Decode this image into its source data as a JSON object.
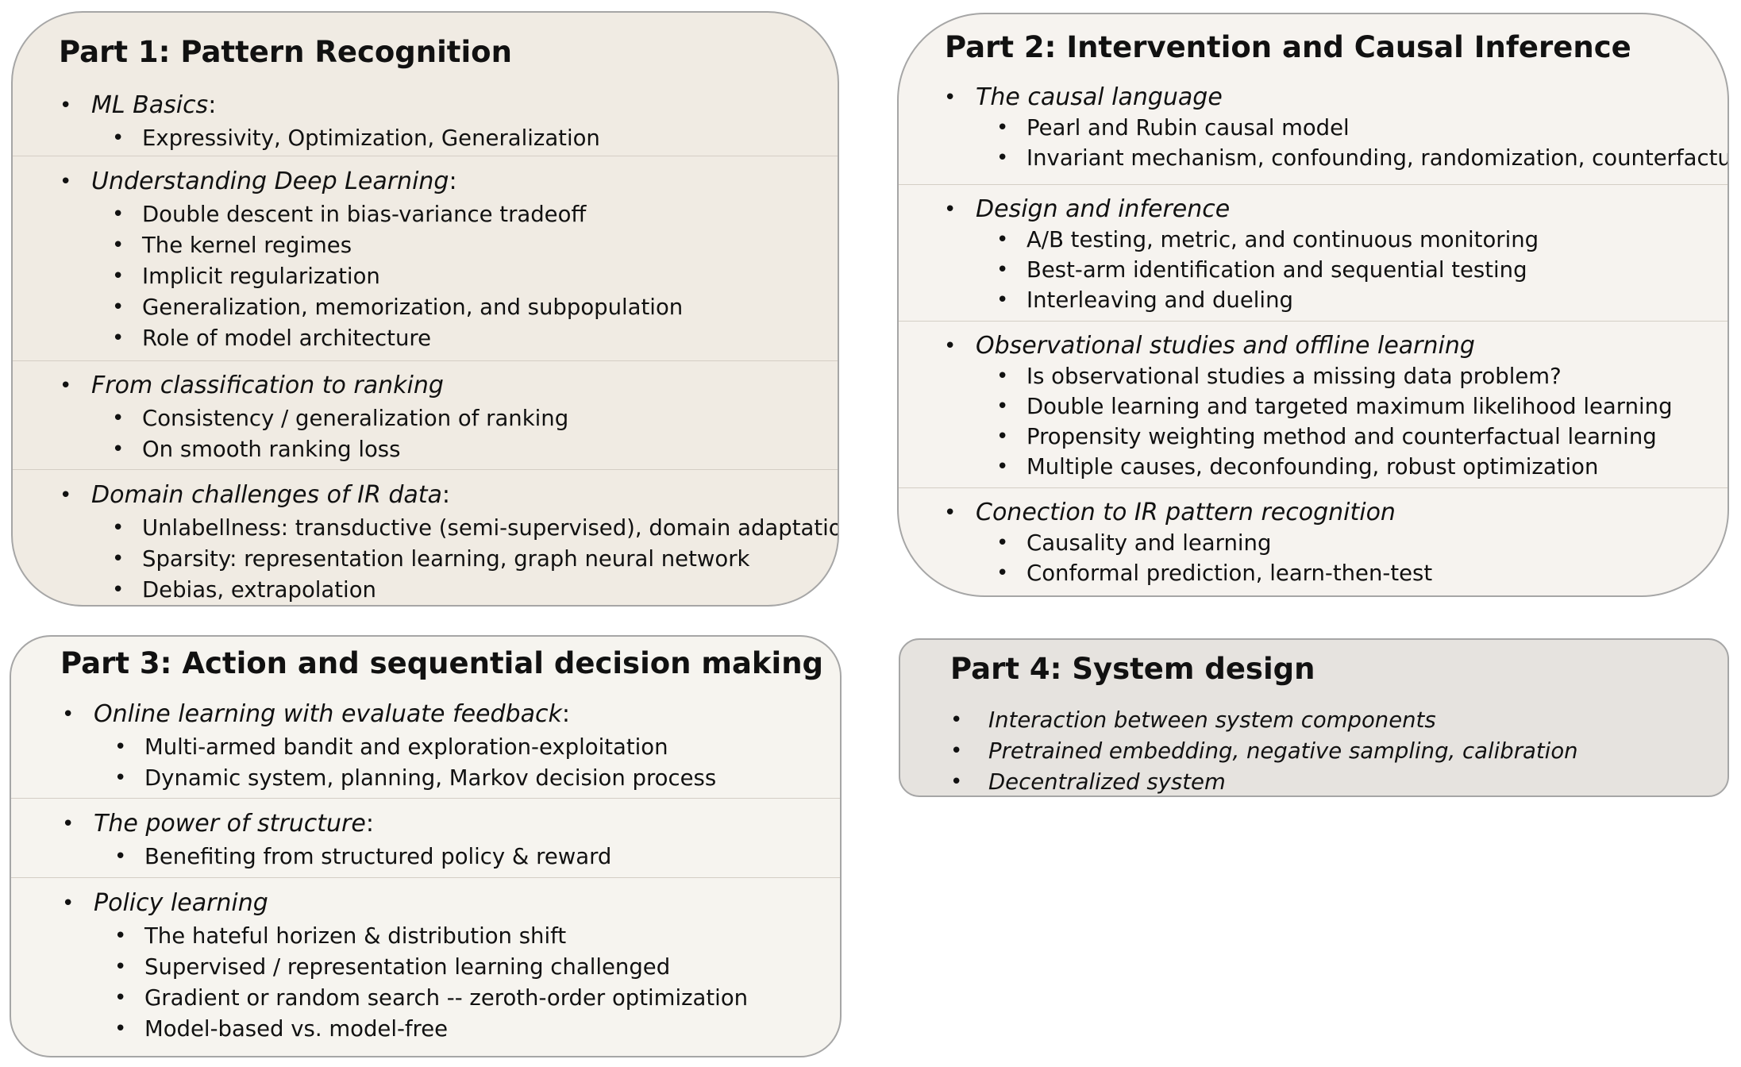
{
  "bullet_glyph": "•",
  "part1": {
    "title": "Part 1: Pattern Recognition",
    "sections": [
      {
        "heading": "ML Basics",
        "suffix": ":",
        "items": [
          "Expressivity, Optimization, Generalization"
        ]
      },
      {
        "heading": "Understanding Deep Learning",
        "suffix": ":",
        "items": [
          "Double descent in bias-variance tradeoff",
          "The kernel regimes",
          "Implicit regularization",
          "Generalization, memorization, and subpopulation",
          "Role of model architecture"
        ]
      },
      {
        "heading": "From classification to ranking",
        "suffix": "",
        "items": [
          "Consistency / generalization of ranking",
          "On smooth ranking loss"
        ]
      },
      {
        "heading": "Domain challenges of IR data",
        "suffix": ":",
        "items": [
          "Unlabellness: transductive (semi-supervised), domain adaptation",
          "Sparsity:  representation learning, graph neural network",
          "Debias, extrapolation"
        ]
      }
    ]
  },
  "part2": {
    "title": "Part 2: Intervention and Causal Inference",
    "sections": [
      {
        "heading": "The causal language",
        "suffix": "",
        "items": [
          "Pearl and Rubin causal model",
          "Invariant mechanism, confounding, randomization, counterfactual"
        ]
      },
      {
        "heading": "Design and inference",
        "suffix": "",
        "items": [
          "A/B testing, metric, and continuous monitoring",
          "Best-arm identification and sequential testing",
          "Interleaving and dueling"
        ]
      },
      {
        "heading": "Observational studies and offline learning",
        "suffix": "",
        "items": [
          "Is observational studies a missing data problem?",
          "Double learning and targeted maximum likelihood learning",
          "Propensity weighting method and counterfactual learning",
          "Multiple causes, deconfounding, robust optimization"
        ]
      },
      {
        "heading": "Conection to IR pattern recognition",
        "suffix": "",
        "items": [
          "Causality and learning",
          "Conformal prediction, learn-then-test"
        ]
      }
    ]
  },
  "part3": {
    "title": "Part 3: Action and sequential decision making",
    "sections": [
      {
        "heading": "Online learning with evaluate feedback",
        "suffix": ":",
        "items": [
          "Multi-armed bandit and exploration-exploitation",
          "Dynamic system, planning, Markov decision process"
        ]
      },
      {
        "heading": "The power of structure",
        "suffix": ":",
        "items": [
          "Benefiting from structured policy & reward"
        ]
      },
      {
        "heading": "Policy learning",
        "suffix": "",
        "items": [
          "The hateful horizen & distribution shift",
          "Supervised / representation learning challenged",
          "Gradient or random search -- zeroth-order optimization",
          "Model-based vs. model-free"
        ]
      }
    ]
  },
  "part4": {
    "title": "Part 4: System design",
    "items": [
      "Interaction between system components",
      "Pretrained embedding, negative sampling, calibration",
      "Decentralized system"
    ]
  },
  "colors": {
    "part1_fill": "#f0ebe3",
    "part2_fill": "#f6f3ef",
    "part3_fill": "#f6f4ef",
    "part4_fill": "#e6e3df",
    "border": "#a6a6a6",
    "text": "#111111"
  }
}
